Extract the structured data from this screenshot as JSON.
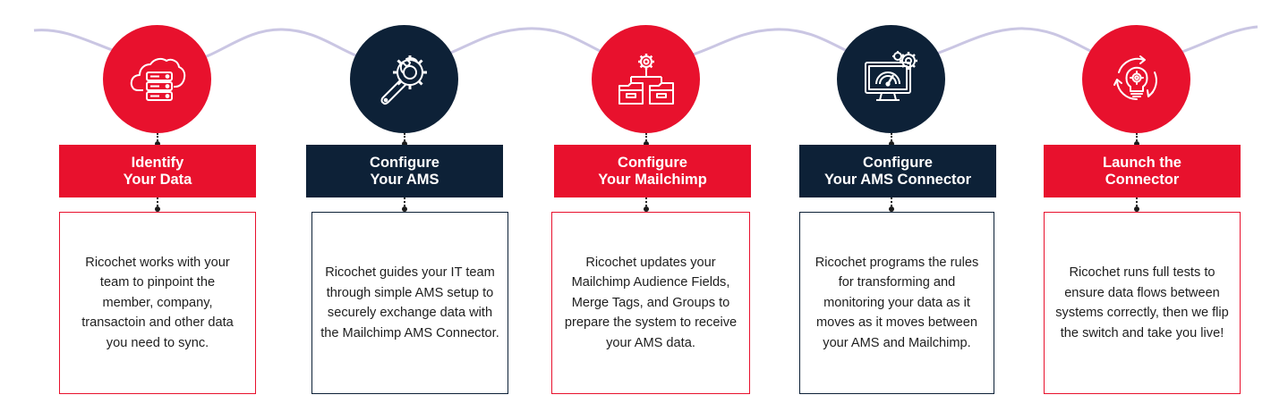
{
  "colors": {
    "red": "#e8112d",
    "navy": "#0d2137",
    "wave": "#cac6e3"
  },
  "steps": [
    {
      "theme": "red",
      "icon": "cloud-database-icon",
      "title_line1": "Identify",
      "title_line2": "Your Data",
      "desc": "Ricochet works with your team to pinpoint the member, company, transactoin and other data you need to sync."
    },
    {
      "theme": "navy",
      "icon": "wrench-gear-icon",
      "title_line1": "Configure",
      "title_line2": "Your AMS",
      "desc": "Ricochet guides your IT team through simple AMS setup to securely exchange data with the Mailchimp AMS Connector."
    },
    {
      "theme": "red",
      "icon": "gear-folders-icon",
      "title_line1": "Configure",
      "title_line2": "Your Mailchimp",
      "desc": "Ricochet updates your Mailchimp Audience Fields, Merge Tags, and Groups to prepare the system to receive your AMS data."
    },
    {
      "theme": "navy",
      "icon": "monitor-dashboard-icon",
      "title_line1": "Configure",
      "title_line2": "Your AMS Connector",
      "desc": "Ricochet programs the rules for transforming and monitoring your data as it moves as it moves between your AMS and Mailchimp."
    },
    {
      "theme": "red",
      "icon": "lightbulb-cycle-icon",
      "title_line1": "Launch the",
      "title_line2": "Connector",
      "desc": "Ricochet runs full tests to ensure data flows between systems correctly, then we flip the switch and take you live!"
    }
  ]
}
